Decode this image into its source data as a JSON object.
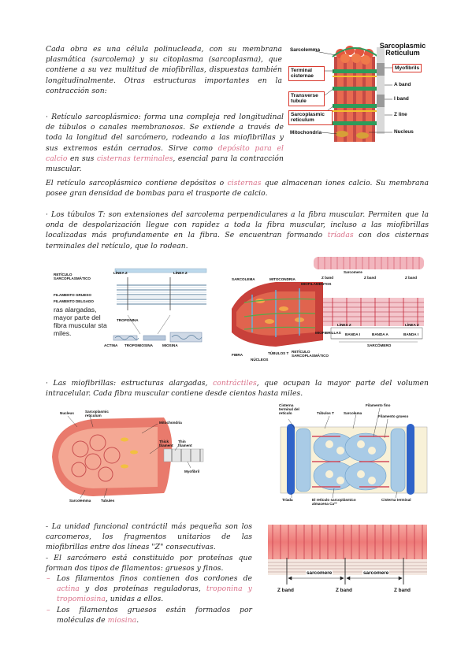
{
  "intro": {
    "text": "Cada obra es una célula polinucleada, con su membrana plasmática (sarcolema) y su citoplasma (sarcoplasma), que contiene a su vez multitud de miofibrillas, dispuestas también longitudinalmente. Otras estructuras importantes en la contracción son:"
  },
  "reticulo": {
    "t1": "· Retículo sarcoplásmico: forma una compleja red longitudinal de túbulos o canales membranosos. Se extiende a través de toda la longitud del sarcómero, rodeando a las miofibrillas y sus extremos están cerrados. Sirve como ",
    "h1": "depósito para el calcio",
    "t2": " en sus ",
    "h2": "cisternas terminales",
    "t3": ", esencial para la contracción muscular."
  },
  "cisternas": {
    "t1": "El retículo sarcoplásmico contiene depósitos o ",
    "h1": "cisternas",
    "t2": " que almacenan iones calcio. Su membrana posee gran densidad de bombas para el trasporte de calcio."
  },
  "tubulos": {
    "t1": "· Los túbulos T: son extensiones del sarcolema perpendiculares a la fibra muscular. Permiten que la onda de despolarización llegue con rapidez a toda la fibra muscular, incluso a las miofibrillas localizadas más profundamente en la fibra. Se encuentran formando ",
    "h1": "tríadas",
    "t2": " con dos cisternas terminales del retículo, que lo rodean."
  },
  "miofibrillas": {
    "t1": "· Las miofibrillas: estructuras alargadas, ",
    "h1": "contráctiles",
    "t2": ", que ocupan la mayor parte del volumen intracelular. Cada fibra muscular contiene desde cientos hasta miles."
  },
  "unidad": {
    "p1": "- La unidad funcional contráctil más pequeña son los carcomeros, los fragmentos unitarios de las miofibrillas entre dos líneas \"Z\" consecutivas.",
    "p2": "- El sarcómero está constituido por proteínas que forman dos tipos de filamentos: gruesos y finos.",
    "b1a": "Los filamentos finos contienen dos cordones de ",
    "b1h": "actina",
    "b1b": " y dos proteínas reguladoras, ",
    "b1h2": "troponina y tropomiosina",
    "b1c": ", unidas a ellos.",
    "b2a": "Los filamentos gruesos están formados por moléculas de ",
    "b2h": "miosina",
    "b2b": "."
  },
  "fig1": {
    "title": "Sarcoplasmic Reticulum",
    "labels": {
      "sarcolemma": "Sarcolemma",
      "terminal_cisternae": "Terminal cisternae",
      "transverse_tubule": "Transverse tubule",
      "sarcoplasmic_reticulum": "Sarcoplasmic reticulum",
      "mitochondria": "Mitochondria",
      "myofibrils": "Myofibrils",
      "a_band": "A band",
      "i_band": "I band",
      "z_line": "Z line",
      "nucleus": "Nucleus"
    }
  },
  "fig2": {
    "reticulo": "RETÍCULO SARCOPLASMÁTICO",
    "linea_z1": "LÍNEA Z",
    "linea_z2": "LÍNEA Z",
    "fil_grueso": "FILAMENTO GRUESO",
    "fil_delgado": "FILAMENTO DELGADO",
    "overlay": "ras alargadas, mayor parte del fibra muscular sta miles.",
    "troponina": "TROPONINA",
    "actina": "ACTINA",
    "tropomiosina": "TROPOMIOSINA",
    "miosina": "MIOSINA"
  },
  "fig3": {
    "sarcomere": "Sarcomere",
    "z_band1": "Z band",
    "z_band2": "Z band",
    "z_band3": "Z band",
    "sarcolema": "SARCOLEMA",
    "mitocondria": "MITOCONDRIA",
    "miofilamentos": "MIOFILAMENTOS",
    "linea_z1": "LÍNEA Z",
    "linea_z2": "LÍNEA Z",
    "miofibrillas": "MIOFIBRILLAS",
    "banda_i1": "BANDA I",
    "banda_a": "BANDA A",
    "banda_i2": "BANDA I",
    "sarcomero": "SARCÓMERO",
    "fibra": "FIBRA",
    "nucleos": "NÚCLEOS",
    "tubulos_t": "TÚBULOS T",
    "reticulo": "RETÍCULO SARCOPLASMÁTICO"
  },
  "fig4": {
    "nucleus": "Nucleus",
    "sr": "Sarcoplasmic reticulum",
    "mitochondria": "Mitochondria",
    "thick": "Thick filament",
    "thin": "Thin filament",
    "myofibril": "Myofibril",
    "sarcolemma": "Sarcolemma",
    "tubules": "Tubules"
  },
  "fig5": {
    "cisterna_terminal": "Cisterna terminal del retículo",
    "tubulos_t": "Túbulos T",
    "filamento_fino": "Filamento fino",
    "sarcolema": "Sarcolema",
    "filamento_grueso": "Filamento grueso",
    "triada": "Tríada",
    "reticulo": "El retículo sarcoplásmico almacena Ca²⁺",
    "cisterna_terminal2": "Cisterna terminal"
  },
  "fig6": {
    "sarcomere1": "sarcomere",
    "sarcomere2": "sarcomere",
    "z_band1": "Z band",
    "z_band2": "Z band",
    "z_band3": "Z band"
  },
  "colors": {
    "highlight": "#d9728a",
    "muscle": "#e8505b",
    "reticulum": "#3fb0a0",
    "tubule": "#e74c1f"
  }
}
